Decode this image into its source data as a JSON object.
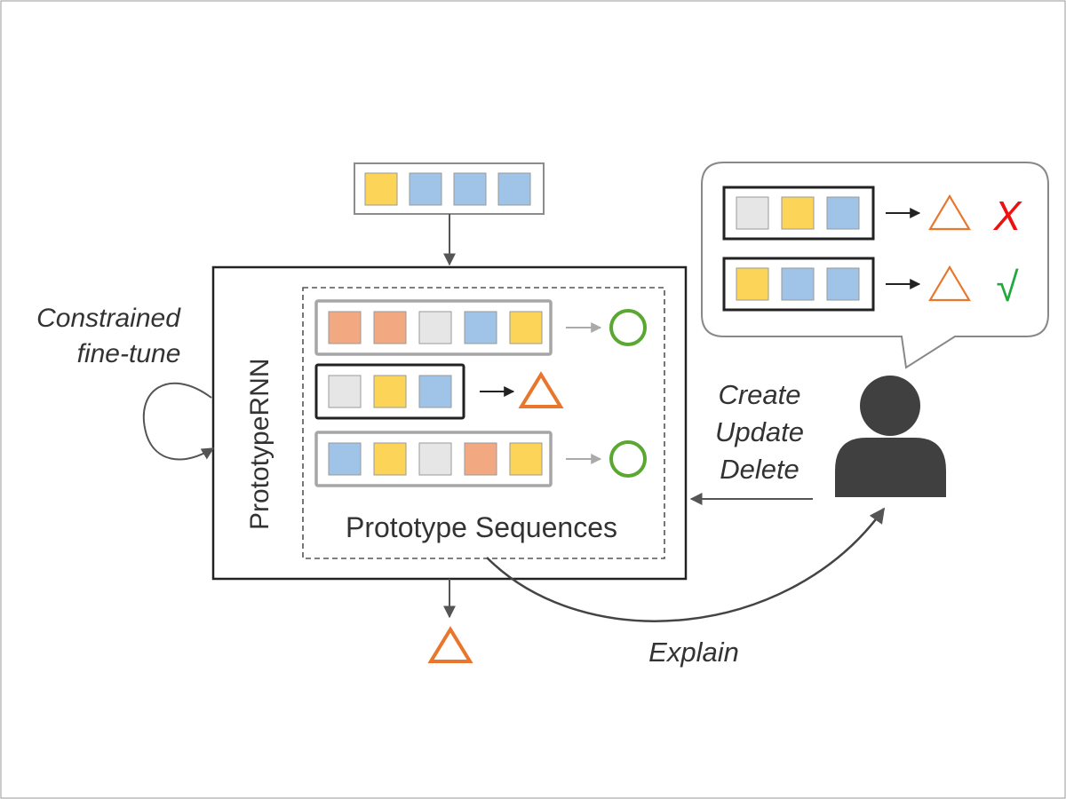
{
  "labels": {
    "loop_line1": "Constrained",
    "loop_line2": "fine-tune",
    "model": "PrototypeRNN",
    "prototypes": "Prototype Sequences",
    "actions_line1": "Create",
    "actions_line2": "Update",
    "actions_line3": "Delete",
    "explain": "Explain"
  },
  "colors": {
    "yellow": "#fcd558",
    "blue": "#9fc4e7",
    "orange_cell": "#f2a982",
    "gray_cell": "#e6e6e6",
    "orange_outcome": "#e8762c",
    "green_outcome": "#5aa832",
    "wrong": "#ee1111",
    "right": "#1faa3c"
  },
  "input_sequence": [
    "yellow",
    "blue",
    "blue",
    "blue"
  ],
  "prototype_rows": [
    {
      "cells": [
        "orange_cell",
        "orange_cell",
        "gray_cell",
        "blue",
        "yellow"
      ],
      "outcome": "circle",
      "highlighted": false
    },
    {
      "cells": [
        "gray_cell",
        "yellow",
        "blue"
      ],
      "outcome": "triangle",
      "highlighted": true
    },
    {
      "cells": [
        "blue",
        "yellow",
        "gray_cell",
        "orange_cell",
        "yellow"
      ],
      "outcome": "circle",
      "highlighted": false
    }
  ],
  "bubble_rows": [
    {
      "cells": [
        "gray_cell",
        "yellow",
        "blue"
      ],
      "outcome": "triangle",
      "verdict": "X"
    },
    {
      "cells": [
        "yellow",
        "blue",
        "blue"
      ],
      "outcome": "triangle",
      "verdict": "√"
    }
  ],
  "output": "triangle",
  "icons": {
    "user": "user-icon",
    "loop": "loop-arrow-icon"
  }
}
